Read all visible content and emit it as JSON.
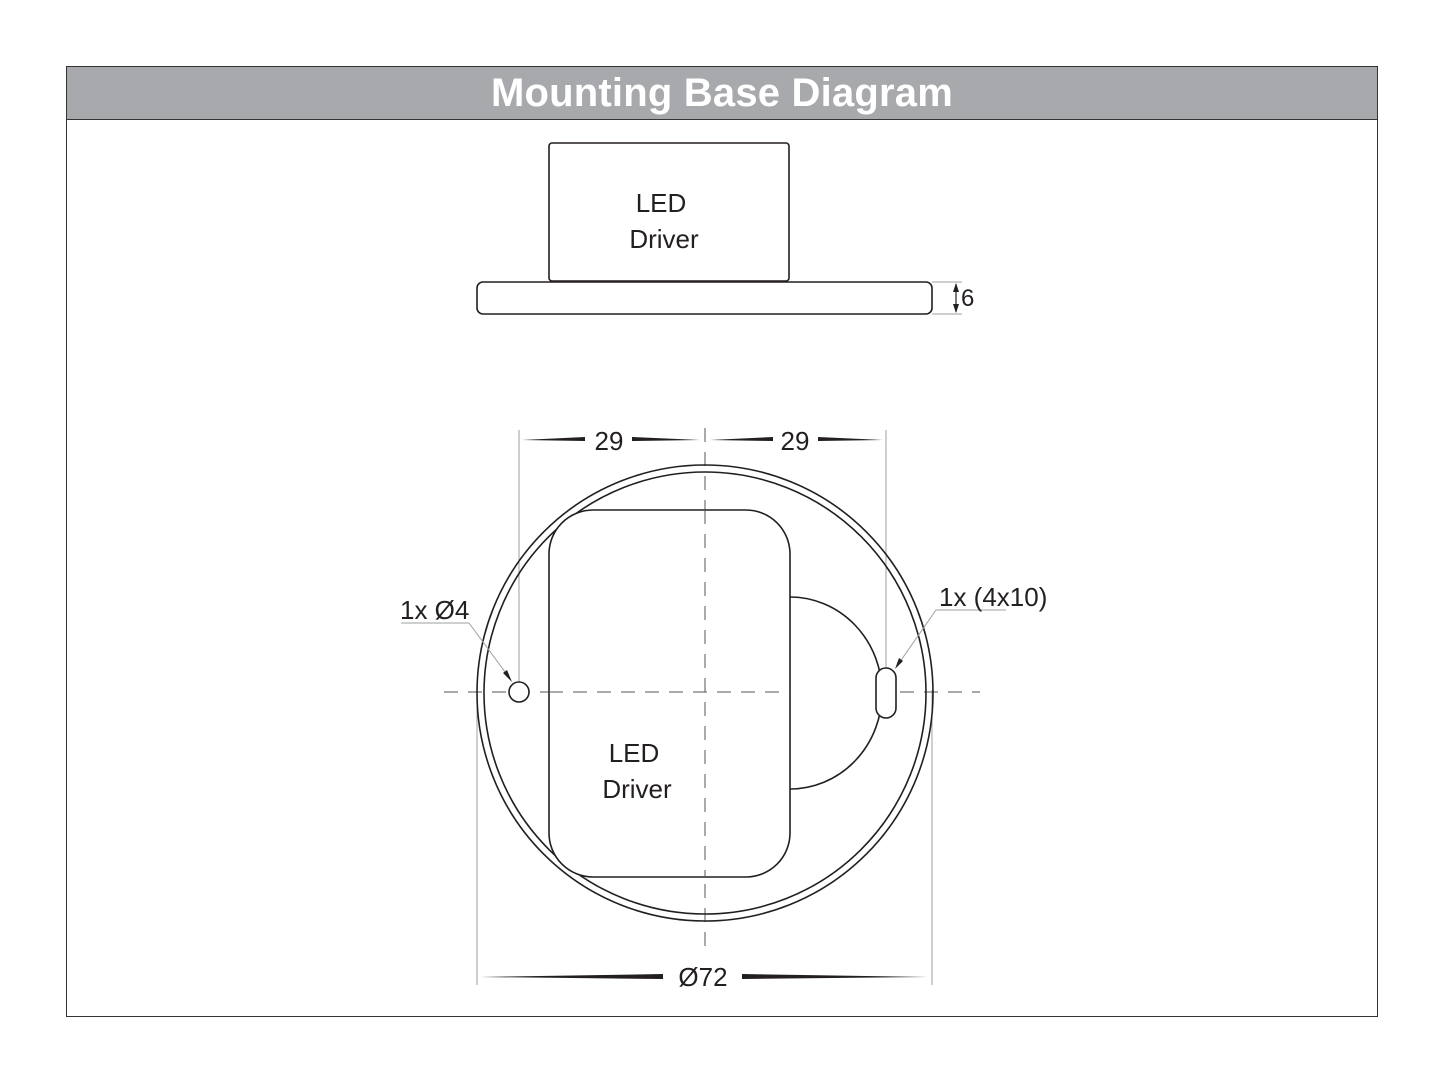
{
  "header": {
    "title": "Mounting Base Diagram"
  },
  "side_view": {
    "driver_label_line1": "LED",
    "driver_label_line2": "Driver",
    "base_thickness": "6"
  },
  "top_view": {
    "left_offset": "29",
    "right_offset": "29",
    "hole_callout": "1x Ø4",
    "slot_callout": "1x (4x10)",
    "driver_label_line1": "LED",
    "driver_label_line2": "Driver",
    "diameter": "Ø72"
  },
  "colors": {
    "header_bg": "#a7a9ac",
    "header_text": "#ffffff",
    "line": "#231f20",
    "dim_line": "#9d9fa2"
  }
}
